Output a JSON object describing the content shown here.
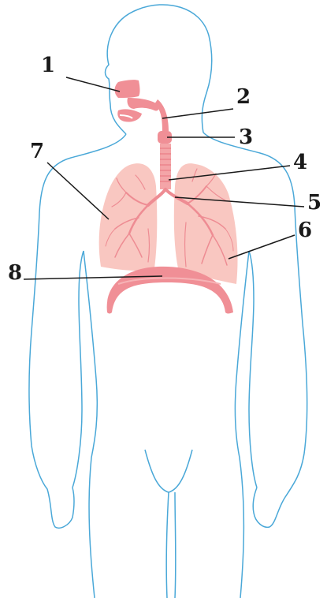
{
  "labels": {
    "l1": "1",
    "l2": "2",
    "l3": "3",
    "l4": "4",
    "l5": "5",
    "l6": "6",
    "l7": "7",
    "l8": "8"
  },
  "colors": {
    "outline": "#4aa8d8",
    "tract": "#f08f96",
    "lung": "#f9c7c1",
    "bronchi": "#ee8c93",
    "diaphragm": "#f08f96",
    "text": "#1a1a1a"
  }
}
